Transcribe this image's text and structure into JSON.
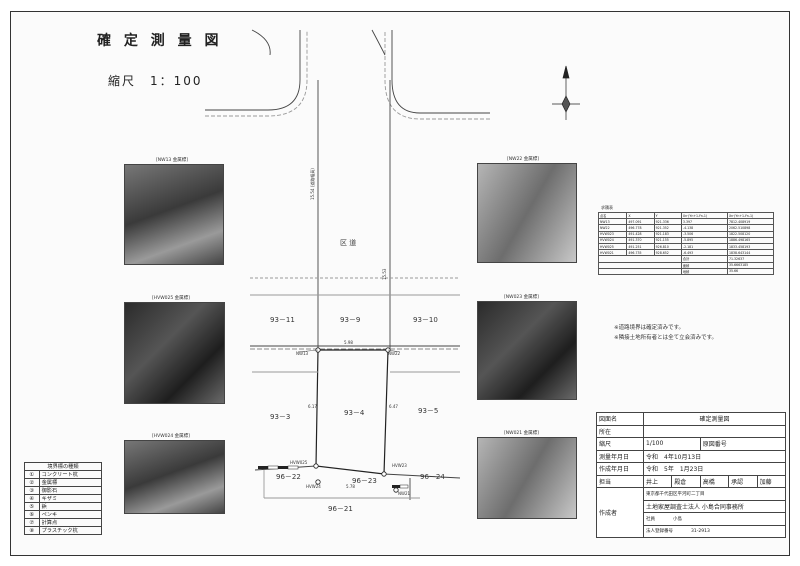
{
  "title": "確 定 測 量 図",
  "scale_label": "縮尺　1：100",
  "road_label": "区 道",
  "photos": {
    "nw13": "[NW13 金属標]",
    "nw22": "[NW22 金属標]",
    "nw25": "[HVW025 金属標]",
    "nw23": "[NW023 金属標]",
    "nw24": "[HVW024 金属標]",
    "nw21": "[NW021 金属標]"
  },
  "lots": {
    "l93_11": "93－11",
    "l93_9": "93－9",
    "l93_10": "93－10",
    "l93_3": "93－3",
    "l93_4": "93－4",
    "l93_5": "93－5",
    "l96_22": "96－22",
    "l96_23": "96－23",
    "l96_24": "96－24",
    "l96_21": "96－21"
  },
  "points": {
    "p_nw13": "NW13",
    "p_nw22": "NW22",
    "p_nw25": "HVW025",
    "p_nw23": "HVW23",
    "p_nw24": "HVW24",
    "p_nw21": "NW21"
  },
  "dims": {
    "top": "5.98",
    "bottom": "5.78",
    "left": "6.17",
    "right": "6.47",
    "road_left": "15.54 (道路幅員)",
    "road_right": "15.53"
  },
  "coord_table": {
    "caption": "求積表",
    "headers": [
      "点名",
      "X",
      "Y",
      "Xn·(Yn+1-Yn-1)",
      "Xn·(Yn+1-Yn-1)"
    ],
    "rows": [
      [
        "NW13",
        "497.091",
        "921.336",
        "3.397",
        "7812.408919"
      ],
      [
        "NW22",
        "496.778",
        "921.352",
        "-4.138",
        "2062.510898"
      ],
      [
        "HVW023",
        "491.428",
        "921.183",
        "-3.506",
        "1822.508120"
      ],
      [
        "HVW024",
        "491.370",
        "921.155",
        "-5.895",
        "1886.498165"
      ],
      [
        "HVW025",
        "491.251",
        "926.810",
        "-2.181",
        "1833.458193"
      ],
      [
        "HVW021",
        "496.735",
        "928.652",
        "-6.493",
        "1838.643144"
      ]
    ],
    "totals": [
      [
        "合計",
        "71.32637"
      ],
      [
        "面積",
        "35.6663185"
      ],
      [
        "地積",
        "35.66"
      ]
    ]
  },
  "notes": [
    "※道路境界は確定済みです。",
    "※隣接土地所有者とは全て立会済みです。"
  ],
  "legend": {
    "header": "境界標の種類",
    "items": [
      [
        "①",
        "コンクリート杭"
      ],
      [
        "②",
        "金属標"
      ],
      [
        "③",
        "御影石"
      ],
      [
        "④",
        "キザミ"
      ],
      [
        "⑤",
        "鋲"
      ],
      [
        "⑥",
        "ペンキ"
      ],
      [
        "⑦",
        "計算点"
      ],
      [
        "⑧",
        "プラスチック杭"
      ]
    ]
  },
  "title_block": {
    "name_label": "図面名",
    "name_value": "確定測量図",
    "location_label": "所在",
    "location_value": "",
    "scale_label": "縮尺",
    "scale_value": "1/100",
    "drawing_no_label": "原図番号",
    "survey_date_label": "測量年月日",
    "survey_date_value": "令和　4年10月13日",
    "created_date_label": "作成年月日",
    "created_date_value": "令和　5年　1月23日",
    "staff_label": "担当",
    "staff": [
      "井上",
      "殿倉",
      "高橋",
      "承認",
      "加藤"
    ],
    "author_label": "作成者",
    "author_line1": "東京都千代田区平河町二丁目",
    "author_line2": "土地家屋調査士法人 小島合同事務所",
    "author_line3": "社員　　　　小島",
    "author_line4": "法人登録番号　　　　31-2913"
  }
}
